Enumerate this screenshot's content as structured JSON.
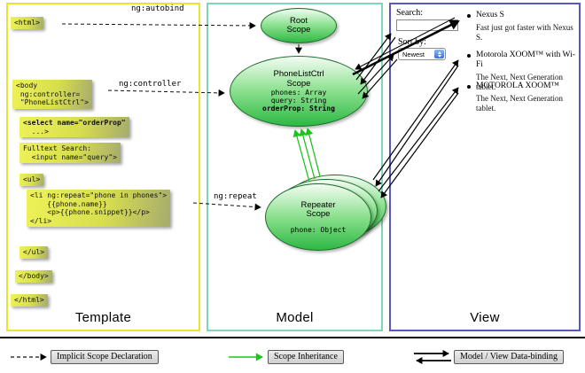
{
  "template": {
    "label": "Template",
    "arrow_labels": {
      "autobind": "ng:autobind",
      "controller": "ng:controller",
      "repeat": "ng:repeat"
    },
    "code": {
      "html_open": "<html>",
      "body_open": "<body\n ng:controller=\n \"PhoneListCtrl\">",
      "select_line1": "<select name=\"orderProp\"",
      "select_line2": "  ...>",
      "fulltext_search": "Fulltext Search:\n  <input name=\"query\">",
      "ul_open": "<ul>",
      "li_repeat": "<li ng:repeat=\"phone in phones\">\n    {{phone.name}}\n    <p>{{phone.snippet}}</p>\n</li>",
      "ul_close": "</ul>",
      "body_close": "</body>",
      "html_close": "</html>"
    }
  },
  "model": {
    "label": "Model",
    "root_scope": {
      "title": "Root\nScope"
    },
    "phonelist_scope": {
      "title": "PhoneListCtrl\nScope",
      "prop_phones": "phones: Array",
      "prop_query": "query: String",
      "prop_orderprop": "orderProp: String"
    },
    "repeater_scope": {
      "title": "Repeater\nScope",
      "prop_phone": "phone: Object"
    }
  },
  "view": {
    "label": "View",
    "search_label": "Search:",
    "sort_label": "Sort by:",
    "sort_selected": "Newest",
    "items": [
      {
        "title": "Nexus S",
        "desc": "Fast just got faster with Nexus S."
      },
      {
        "title": "Motorola XOOM™ with Wi-Fi",
        "desc": "The Next, Next Generation tablet."
      },
      {
        "title": "MOTOROLA XOOM™",
        "desc": "The Next, Next Generation tablet."
      }
    ]
  },
  "legend": {
    "implicit": "Implicit Scope Declaration",
    "inheritance": "Scope Inheritance",
    "databinding": "Model / View Data-binding"
  },
  "colors": {
    "template_border": "#e9e42f",
    "model_border": "#7ed7b8",
    "view_border": "#5b57c1",
    "code_highlight": "#dce24b",
    "scope_fill": "#2eb844",
    "inheritance_arrow": "#1ec41e"
  }
}
